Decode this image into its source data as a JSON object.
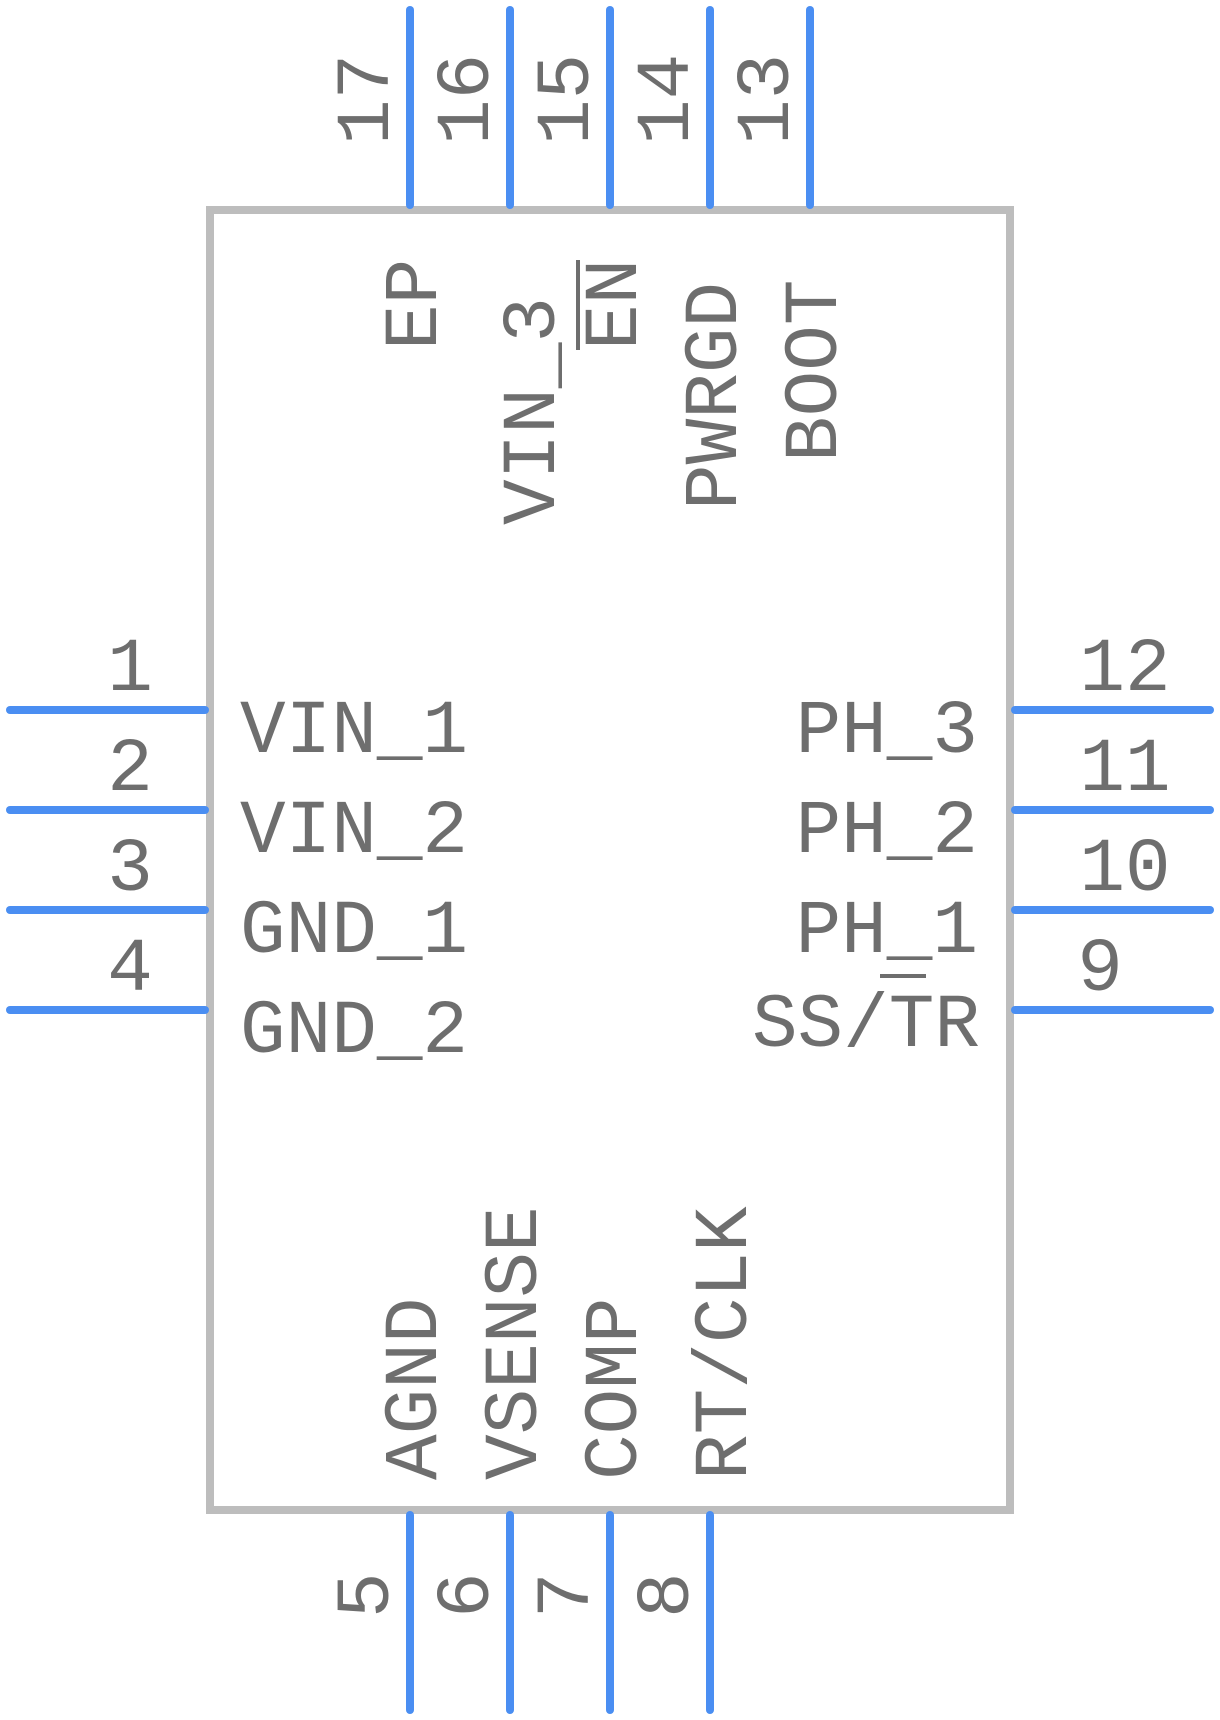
{
  "colors": {
    "pin": "#4a8ef2",
    "body": "#bdbdbd",
    "text": "#6e6e6e",
    "background": "#ffffff"
  },
  "component": {
    "pins": {
      "left": [
        {
          "number": "1",
          "name": "VIN_1"
        },
        {
          "number": "2",
          "name": "VIN_2"
        },
        {
          "number": "3",
          "name": "GND_1"
        },
        {
          "number": "4",
          "name": "GND_2"
        }
      ],
      "right": [
        {
          "number": "12",
          "name": "PH_3"
        },
        {
          "number": "11",
          "name": "PH_2"
        },
        {
          "number": "10",
          "name": "PH_1"
        },
        {
          "number": "9",
          "name": "SS/TR"
        }
      ],
      "top": [
        {
          "number": "17",
          "name": "EP"
        },
        {
          "number": "16",
          "name": "VIN_3"
        },
        {
          "number": "15",
          "name": "EN",
          "overbar": true
        },
        {
          "number": "14",
          "name": "PWRGD"
        },
        {
          "number": "13",
          "name": "BOOT"
        }
      ],
      "bottom": [
        {
          "number": "5",
          "name": "AGND"
        },
        {
          "number": "6",
          "name": "VSENSE"
        },
        {
          "number": "7",
          "name": "COMP"
        },
        {
          "number": "8",
          "name": "RT/CLK"
        }
      ]
    }
  }
}
